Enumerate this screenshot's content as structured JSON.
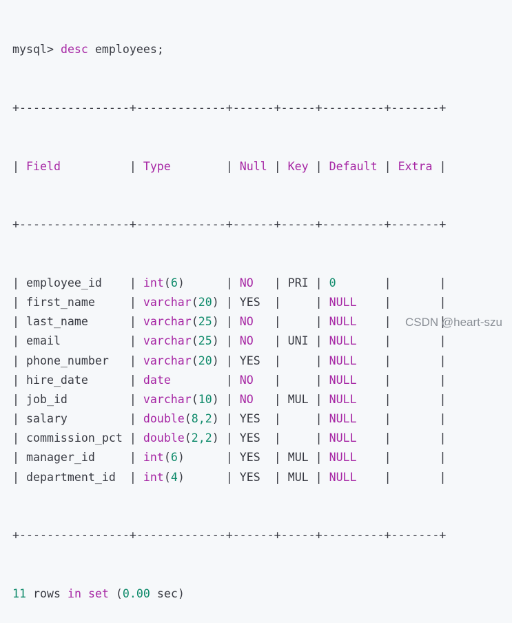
{
  "prompt": "mysql>",
  "command_keyword": "desc",
  "command_target": "employees;",
  "border": "+----------------+-------------+------+-----+---------+-------+",
  "columns": [
    "Field",
    "Type",
    "Null",
    "Key",
    "Default",
    "Extra"
  ],
  "rows": [
    {
      "field": "employee_id",
      "type_name": "int",
      "type_args": "6",
      "null": "NO",
      "key": "PRI",
      "default": "0",
      "extra": ""
    },
    {
      "field": "first_name",
      "type_name": "varchar",
      "type_args": "20",
      "null": "YES",
      "key": "",
      "default": "NULL",
      "extra": ""
    },
    {
      "field": "last_name",
      "type_name": "varchar",
      "type_args": "25",
      "null": "NO",
      "key": "",
      "default": "NULL",
      "extra": ""
    },
    {
      "field": "email",
      "type_name": "varchar",
      "type_args": "25",
      "null": "NO",
      "key": "UNI",
      "default": "NULL",
      "extra": ""
    },
    {
      "field": "phone_number",
      "type_name": "varchar",
      "type_args": "20",
      "null": "YES",
      "key": "",
      "default": "NULL",
      "extra": ""
    },
    {
      "field": "hire_date",
      "type_name": "date",
      "type_args": "",
      "null": "NO",
      "key": "",
      "default": "NULL",
      "extra": ""
    },
    {
      "field": "job_id",
      "type_name": "varchar",
      "type_args": "10",
      "null": "NO",
      "key": "MUL",
      "default": "NULL",
      "extra": ""
    },
    {
      "field": "salary",
      "type_name": "double",
      "type_args": "8,2",
      "null": "YES",
      "key": "",
      "default": "NULL",
      "extra": ""
    },
    {
      "field": "commission_pct",
      "type_name": "double",
      "type_args": "2,2",
      "null": "YES",
      "key": "",
      "default": "NULL",
      "extra": ""
    },
    {
      "field": "manager_id",
      "type_name": "int",
      "type_args": "6",
      "null": "YES",
      "key": "MUL",
      "default": "NULL",
      "extra": ""
    },
    {
      "field": "department_id",
      "type_name": "int",
      "type_args": "4",
      "null": "YES",
      "key": "MUL",
      "default": "NULL",
      "extra": ""
    }
  ],
  "summary": {
    "count": "11",
    "word_rows": "rows",
    "word_in": "in",
    "word_set": "set",
    "time": "0.00",
    "unit": "sec"
  },
  "watermark": "CSDN @heart-szu",
  "colors": {
    "background": "#f6f8fa",
    "text": "#383a42",
    "keyword": "#a626a4",
    "number": "#0e8a6a",
    "watermark": "#8a8f96"
  }
}
